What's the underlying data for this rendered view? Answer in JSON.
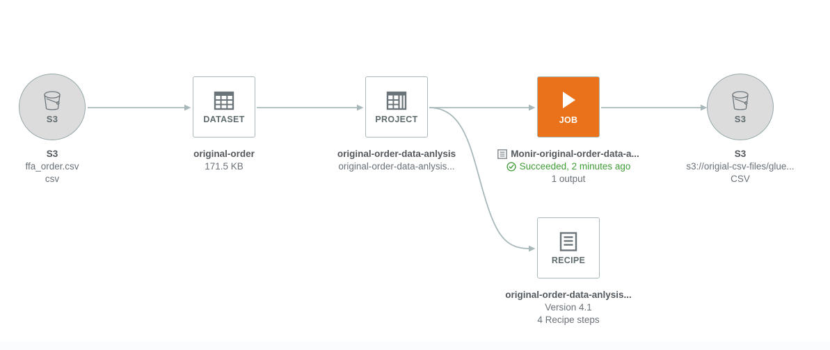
{
  "view": {
    "name": "data-lineage-graph",
    "background": "#ffffff",
    "accent_orange": "#e9721b",
    "node_gray_fill": "#dcdcdc",
    "node_border": "#a8b8ba",
    "connector_color": "#a8b8ba",
    "text_primary": "#53585d",
    "text_secondary": "#697077",
    "status_green": "#3f9c35"
  },
  "nodes": {
    "s3_source": {
      "kicker": "S3",
      "icon": "s3-bucket-icon",
      "title": "S3",
      "sub1": "ffa_order.csv",
      "sub2": "csv"
    },
    "dataset": {
      "kicker": "DATASET",
      "icon": "grid-table-icon",
      "title": "original-order",
      "sub1": "171.5 KB"
    },
    "project": {
      "kicker": "PROJECT",
      "icon": "project-grid-panel-icon",
      "title": "original-order-data-anlysis",
      "sub1": "original-order-data-anlysis..."
    },
    "job": {
      "kicker": "JOB",
      "icon": "play-triangle-icon",
      "row_icon": "job-list-icon",
      "title": "Monir-original-order-data-a...",
      "status_icon": "check-circle-icon",
      "status": "Succeeded, 2 minutes ago",
      "sub2": "1 output"
    },
    "s3_output": {
      "kicker": "S3",
      "icon": "s3-bucket-icon",
      "title": "S3",
      "sub1": "s3://origial-csv-files/glue...",
      "sub2": "CSV"
    },
    "recipe": {
      "kicker": "RECIPE",
      "icon": "recipe-document-icon",
      "title": "original-order-data-anlysis...",
      "sub1": "Version 4.1",
      "sub2": "4 Recipe steps"
    }
  },
  "connectors": [
    {
      "name": "edge-s3source-to-dataset",
      "from": "s3_source",
      "to": "dataset"
    },
    {
      "name": "edge-dataset-to-project",
      "from": "dataset",
      "to": "project"
    },
    {
      "name": "edge-project-to-job",
      "from": "project",
      "to": "job"
    },
    {
      "name": "edge-job-to-s3output",
      "from": "job",
      "to": "s3_output"
    },
    {
      "name": "edge-project-to-recipe",
      "from": "project",
      "to": "recipe"
    }
  ]
}
